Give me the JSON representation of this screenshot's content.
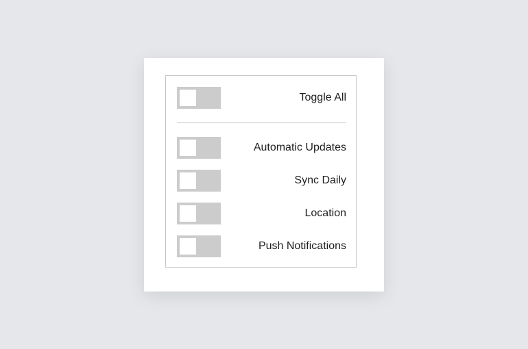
{
  "toggle_all": {
    "label": "Toggle All",
    "checked": false
  },
  "settings": [
    {
      "label": "Automatic Updates",
      "checked": false
    },
    {
      "label": "Sync Daily",
      "checked": false
    },
    {
      "label": "Location",
      "checked": false
    },
    {
      "label": "Push Notifications",
      "checked": false
    }
  ],
  "colors": {
    "background": "#e6e7ea",
    "card": "#ffffff",
    "toggle_off": "#cccccc",
    "knob": "#ffffff",
    "border": "#c4c4c4",
    "text": "#1f1f1f"
  }
}
